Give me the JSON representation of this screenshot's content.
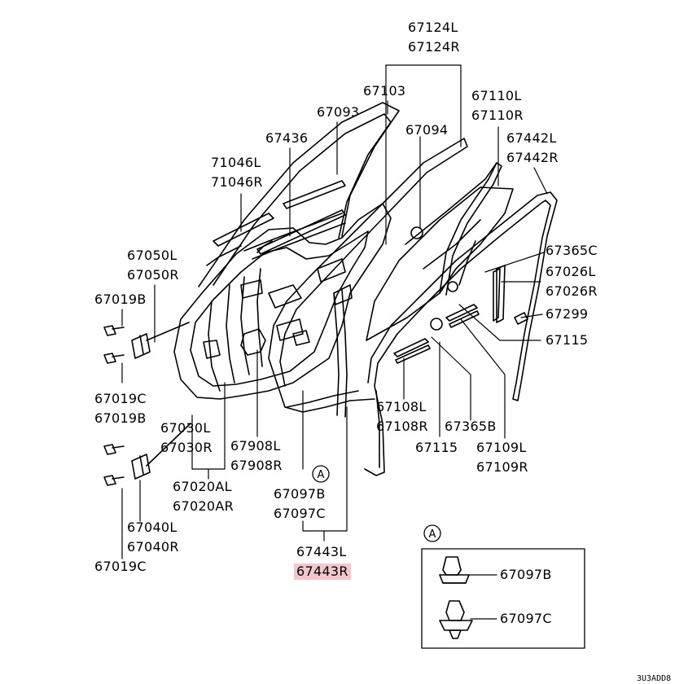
{
  "diagram": {
    "drawing_code": "3U3ADD8",
    "highlight_color": "#f4c7cc",
    "callout_marker": "A",
    "labels": {
      "p67124": [
        "67124L",
        "67124R"
      ],
      "p67103": "67103",
      "p67093": "67093",
      "p67094": "67094",
      "p67110": [
        "67110L",
        "67110R"
      ],
      "p67436": "67436",
      "p67442": [
        "67442L",
        "67442R"
      ],
      "p71046": [
        "71046L",
        "71046R"
      ],
      "p67050": [
        "67050L",
        "67050R"
      ],
      "p67365c": "67365C",
      "p67026": [
        "67026L",
        "67026R"
      ],
      "p67019b_top": "67019B",
      "p67299": "67299",
      "p67115_right": "67115",
      "p67019c_mid": "67019C",
      "p67019b_mid": "67019B",
      "p67030": [
        "67030L",
        "67030R"
      ],
      "p67908": [
        "67908L",
        "67908R"
      ],
      "p67108": [
        "67108L",
        "67108R"
      ],
      "p67115_bottom": "67115",
      "p67365b": "67365B",
      "p67109": [
        "67109L",
        "67109R"
      ],
      "p67020": [
        "67020AL",
        "67020AR"
      ],
      "p67097": [
        "67097B",
        "67097C"
      ],
      "p67040": [
        "67040L",
        "67040R"
      ],
      "p67443": [
        "67443L",
        "67443R"
      ],
      "p67019c_bottom": "67019C",
      "inset_b": "67097B",
      "inset_c": "67097C"
    },
    "highlighted_part": "67443R"
  }
}
